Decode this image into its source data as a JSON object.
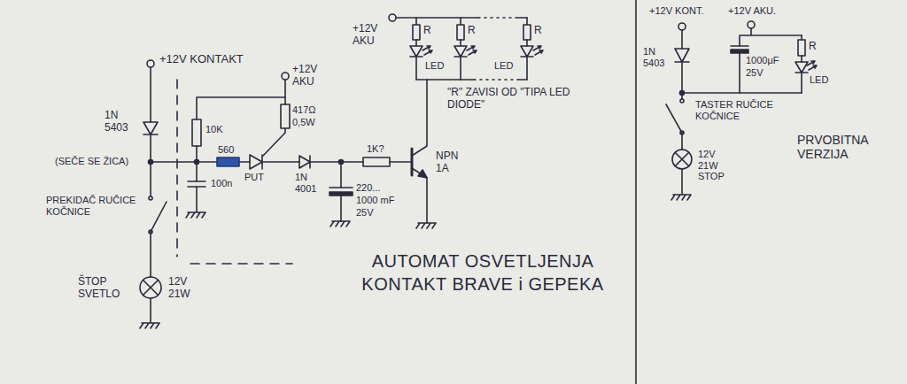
{
  "diagram": {
    "title": "AUTOMAT OSVETLJENJA KONTAKT BRAVE i GEPEKA",
    "labels": [
      "+12V KONTAKT",
      "+12V AKU",
      "+12V AKU",
      "R",
      "R",
      "R",
      "LED",
      "LED",
      "\"R\" ZAVISI OD \"TIPA LED DIODE\"",
      "1N 5403",
      "(SEČE SE ŽICA)",
      "PREKIDAČ RUČICE KOČNICE",
      "ŠTOP SVETLO",
      "12V 21W",
      "10K",
      "560",
      "100n",
      "417Ω",
      "0,5W",
      "PUT",
      "1N 4001",
      "1K?",
      "NPN 1A",
      "220...",
      "1000 mF",
      "25V",
      "+12V KONT.",
      "+12V AKU.",
      "1N 5403",
      "R",
      "1000μF",
      "25V",
      "LED",
      "TASTER RUČICE KOČNICE",
      "PRVOBITNA VERZIJA",
      "12V 21W STOP"
    ]
  }
}
